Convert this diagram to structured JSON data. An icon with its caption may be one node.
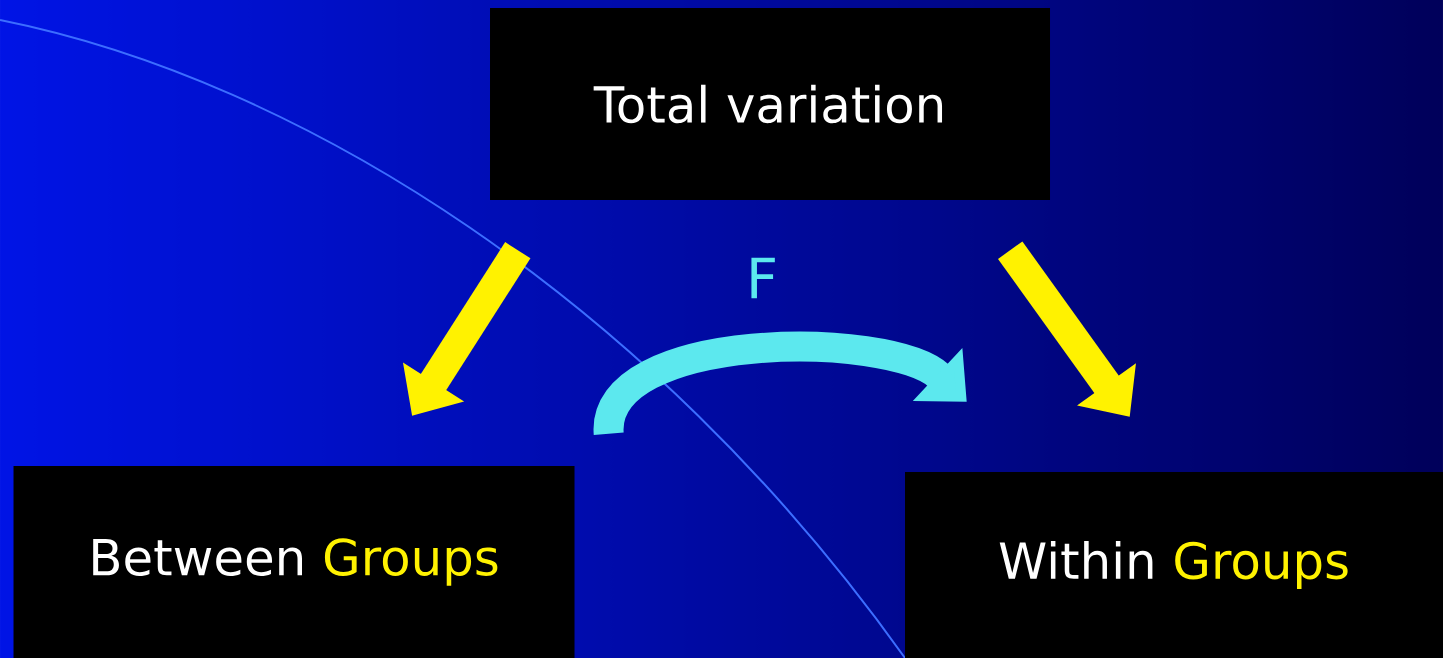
{
  "diagram": {
    "nodes": [
      {
        "text": [
          "Total variation"
        ]
      },
      {
        "text": [
          "Between",
          "Groups"
        ]
      },
      {
        "text": [
          "Within",
          "Groups"
        ]
      }
    ],
    "edges": [
      {
        "from": 0,
        "to": 1,
        "arrow": "to"
      },
      {
        "from": 0,
        "to": 2,
        "arrow": "to"
      },
      {
        "from": 1,
        "to": 2,
        "arrow": "to",
        "label": "F",
        "color": "#5ce8ee"
      }
    ]
  }
}
